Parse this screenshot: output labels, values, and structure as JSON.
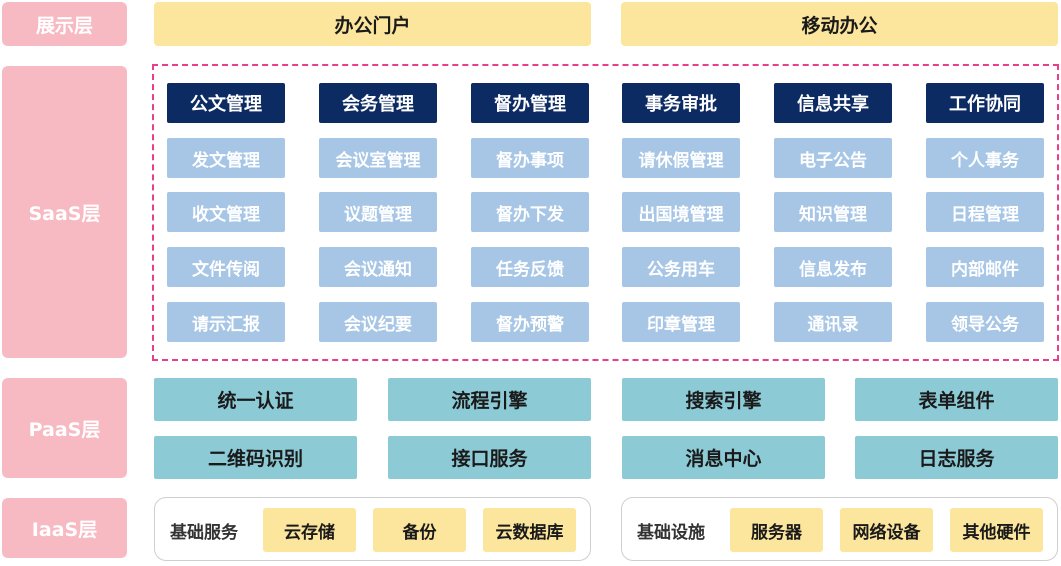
{
  "layers": {
    "presentation": "展示层",
    "saas": "SaaS层",
    "paas": "PaaS层",
    "iaas": "IaaS层"
  },
  "presentation": {
    "portals": [
      "办公门户",
      "移动办公"
    ]
  },
  "saas": {
    "columns": [
      {
        "title": "公文管理",
        "items": [
          "发文管理",
          "收文管理",
          "文件传阅",
          "请示汇报"
        ]
      },
      {
        "title": "会务管理",
        "items": [
          "会议室管理",
          "议题管理",
          "会议通知",
          "会议纪要"
        ]
      },
      {
        "title": "督办管理",
        "items": [
          "督办事项",
          "督办下发",
          "任务反馈",
          "督办预警"
        ]
      },
      {
        "title": "事务审批",
        "items": [
          "请休假管理",
          "出国境管理",
          "公务用车",
          "印章管理"
        ]
      },
      {
        "title": "信息共享",
        "items": [
          "电子公告",
          "知识管理",
          "信息发布",
          "通讯录"
        ]
      },
      {
        "title": "工作协同",
        "items": [
          "个人事务",
          "日程管理",
          "内部邮件",
          "领导公务"
        ]
      }
    ]
  },
  "paas": {
    "items": [
      "统一认证",
      "流程引擎",
      "搜索引擎",
      "表单组件",
      "二维码识别",
      "接口服务",
      "消息中心",
      "日志服务"
    ]
  },
  "iaas": {
    "groups": [
      {
        "title": "基础服务",
        "items": [
          "云存储",
          "备份",
          "云数据库"
        ]
      },
      {
        "title": "基础设施",
        "items": [
          "服务器",
          "网络设备",
          "其他硬件"
        ]
      }
    ]
  },
  "colors": {
    "layer_label": "#f7b9c2",
    "portal": "#fce59c",
    "module_header": "#0d2b63",
    "module_item": "#a7c6e6",
    "paas_item": "#8ccad6",
    "saas_frame": "#e83e8c"
  }
}
